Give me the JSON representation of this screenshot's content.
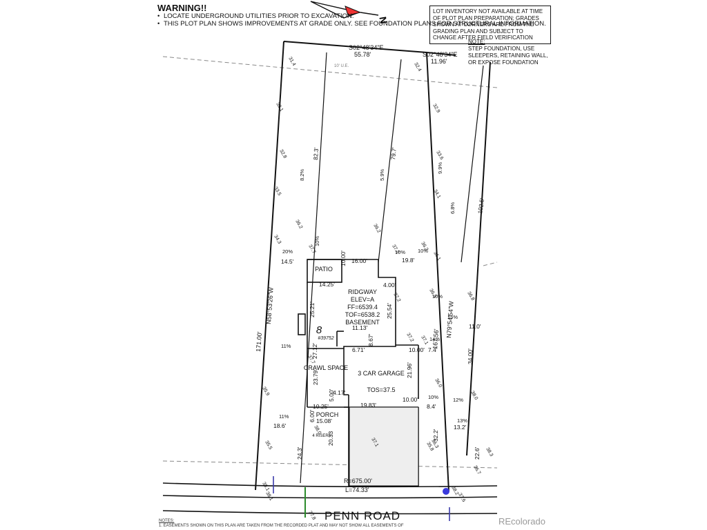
{
  "warning": {
    "title": "WARNING!!",
    "items": [
      "LOCATE UNDERGROUND UTILITIES PRIOR TO EXCAVATION.",
      "THIS PLOT PLAN SHOWS IMPROVEMENTS AT GRADE ONLY. SEE FOUNDATION PLANS FOR STRUCTURAL INFORMATION."
    ]
  },
  "inventory_note": "LOT INVENTORY NOT AVAILABLE AT TIME OF PLOT PLAN PREPARATION; GRADES SHOWN AT CORNERS ARE FROM THE GRADING PLAN AND SUBJECT TO CHANGE AFTER FIELD VERIFICATION",
  "note": {
    "title": "NOTE:",
    "text": "STEP FOUNDATION, USE SLEEPERS, RETAINING WALL, OR EXPOSE FOUNDATION",
    "symbol": "#"
  },
  "north_label": "N",
  "lot": {
    "top_bearing": "S02°48'34\"E",
    "top_distance": "55.78'",
    "top_bearing_right": "S02°48'34\"E",
    "top_distance_right": "11.96'",
    "easement": "10' U.E.",
    "left_bearing": "N58°53'26\"W",
    "left_length": "171.00'",
    "right_bearing": "N79°54'54\"W",
    "right_length": "167.56'",
    "curve_radius": "R=675.00'",
    "curve_length": "L=74.33'",
    "lot_number": "8",
    "lot_code": "#39752"
  },
  "house": {
    "model": "RIDGWAY",
    "elevation": "ELEV=A",
    "ff": "FF=6539.4",
    "tof": "TOF=6538.2",
    "type": "BASEMENT",
    "patio": "PATIO",
    "crawl": "CRAWL SPACE",
    "garage": "3 CAR GARAGE",
    "tos": "TOS=37.5",
    "porch": "PORCH",
    "risers": "4 RISERS"
  },
  "dims": [
    "82.3'",
    "79.7'",
    "102.5'",
    "14.5'",
    "16.00'",
    "19.8'",
    "10.00'",
    "14.25'",
    "4.00'",
    "25.21'",
    "25.54'",
    "11.13'",
    "6.71'",
    "8.67'",
    "10.00'",
    "7.4'",
    "11.0'",
    "27.12'",
    "23.79'",
    "21.96'",
    "4.17'",
    "10.25'",
    "5.00'",
    "19.83'",
    "10.00'",
    "8.4'",
    "15.08'",
    "6.00'",
    "18.6'",
    "13.2'",
    "24.3'",
    "32.2'",
    "22.6'",
    "34.00'",
    "20.33"
  ],
  "grades": [
    "31.4",
    "32.4",
    "32.1",
    "32.9",
    "32.8",
    "33.6",
    "33.5",
    "34.1",
    "34.3",
    "36.2",
    "36.2",
    "36.2",
    "36.1",
    "37.2",
    "37.7",
    "37.2",
    "36.3",
    "36.8",
    "37.1",
    "37.7",
    "35.9",
    "36.0",
    "35.5",
    "36.3",
    "38.0",
    "38.0",
    "37.2",
    "37.1",
    "38.1",
    "38.2",
    "37.6",
    "36.7",
    "37.8",
    "35.8",
    "38.3",
    "38.1"
  ],
  "slopes": [
    "8.2%",
    "5.9%",
    "20%",
    "10%",
    "10%",
    "10%",
    "10%",
    "15%",
    "11%",
    "14%",
    "11%",
    "10%",
    "12%",
    "13%",
    "9.9%",
    "6.8%"
  ],
  "street": "PENN ROAD",
  "watermark": "REcolorado",
  "notes_title": "NOTES:",
  "notes_text": "1. EASEMENTS SHOWN ON THIS PLAN ARE TAKEN FROM THE RECORDED PLAT AND MAY NOT SHOW ALL EASEMENTS OF"
}
